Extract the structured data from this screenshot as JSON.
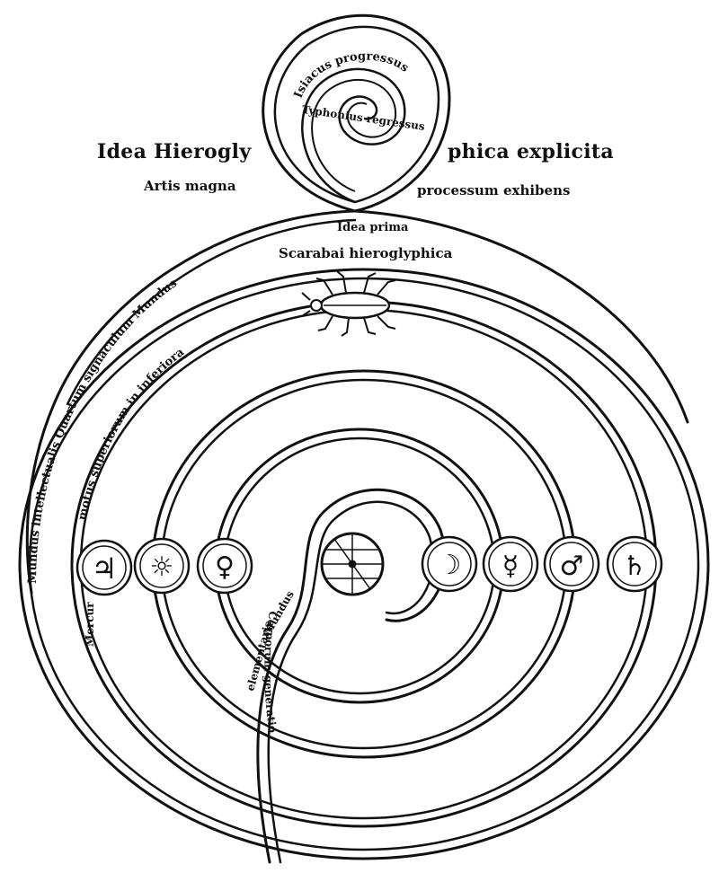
{
  "colors": {
    "ink": "#111111",
    "paper": "#ffffff"
  },
  "labels": {
    "title_left": "Idea Hierogly",
    "title_right": "phica explicita",
    "sub_left": "Artis magna",
    "sub_right": "processum exhibens",
    "center_small": "Idea prima",
    "scarab_caption": "Scarabai hieroglyphica",
    "spiral_top_1": "Isiacus progressus",
    "spiral_top_2": "Typhonius regressus",
    "arc_outer": "Mundus intellectualis Quartum signaculum Mundus",
    "arc_inner": "motus superiorum in inferiora",
    "left_word": "Mercur",
    "lower_path_1": "Mundus",
    "lower_path_2": "elementaris",
    "lower_path_3": "Corporum generatio"
  },
  "planets": [
    {
      "name": "jupiter-medallion",
      "symbol": "♃"
    },
    {
      "name": "sun-medallion",
      "symbol": "☼"
    },
    {
      "name": "venus-medallion",
      "symbol": "♀"
    },
    {
      "name": "earth-globe",
      "symbol": ""
    },
    {
      "name": "moon-medallion",
      "symbol": "☽"
    },
    {
      "name": "mercury-medallion",
      "symbol": "☿"
    },
    {
      "name": "mars-medallion",
      "symbol": "♂"
    },
    {
      "name": "saturn-medallion",
      "symbol": "♄"
    }
  ]
}
